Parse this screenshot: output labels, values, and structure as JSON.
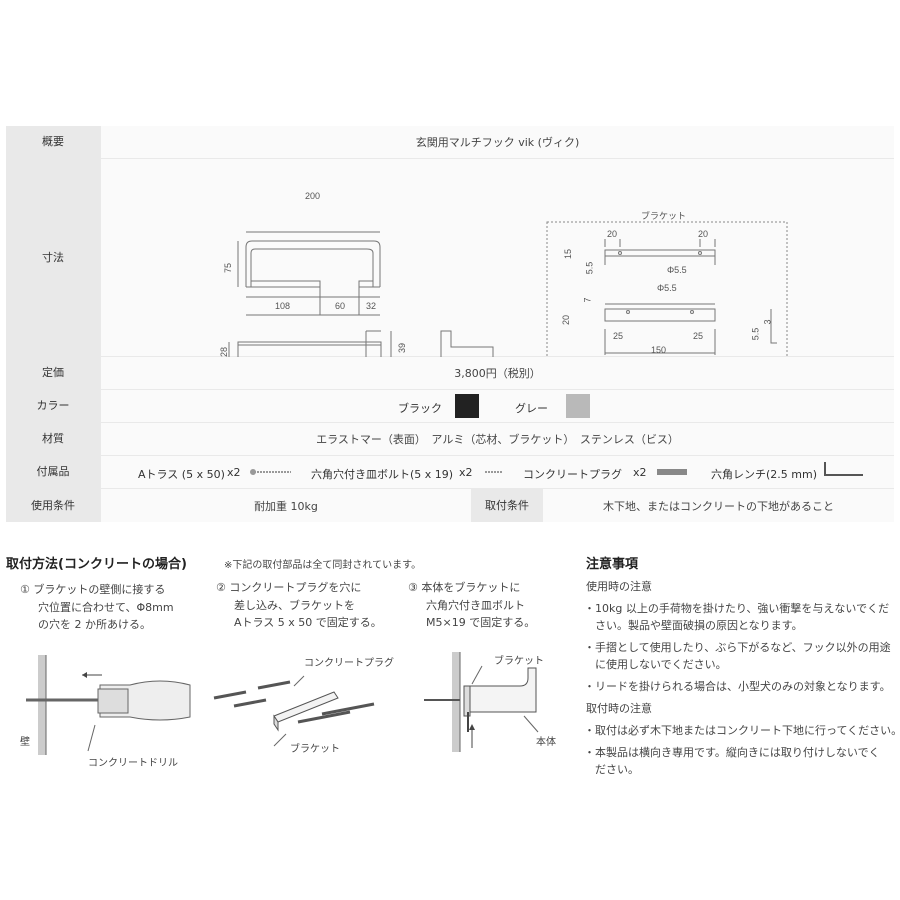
{
  "spec": {
    "overview": {
      "label": "概要",
      "value": "玄関用マルチフック vik (ヴィク)"
    },
    "dimensions": {
      "label": "寸法",
      "main": {
        "w": "200",
        "h": "75",
        "d1": "108",
        "d2": "60",
        "d3": "32",
        "side_h1": "28",
        "side_h2": "39"
      },
      "bracket": {
        "title": "ブラケット",
        "a": "20",
        "b": "20",
        "c": "15",
        "d": "5.5",
        "e": "Φ5.5",
        "f": "Φ5.5",
        "g": "7",
        "h": "20",
        "i": "25",
        "j": "25",
        "k": "150",
        "l": "5.5",
        "m": "3"
      }
    },
    "price": {
      "label": "定価",
      "value": "3,800円（税別）"
    },
    "color": {
      "label": "カラー",
      "opt1": "ブラック",
      "opt2": "グレー",
      "c1": "#222222",
      "c2": "#b9b9b9"
    },
    "material": {
      "label": "材質",
      "value": "エラストマー（表面）　アルミ（芯材、ブラケット）　ステンレス（ビス）"
    },
    "accessories": {
      "label": "付属品",
      "i1": "Aトラス (5 x 50)",
      "q1": "x2",
      "i2": "六角穴付き皿ボルト(5 x 19)",
      "q2": "x2",
      "i3": "コンクリートプラグ",
      "q3": "x2",
      "i4": "六角レンチ(2.5 mm)"
    },
    "conditions": {
      "label": "使用条件",
      "value": "耐加重 10kg",
      "label2": "取付条件",
      "value2": "木下地、またはコンクリートの下地があること"
    }
  },
  "install": {
    "title": "取付方法(コンクリートの場合)",
    "note": "※下記の取付部品は全て同封されています。",
    "s1": [
      "①  ブラケットの壁側に接する",
      "穴位置に合わせて、Φ8mm",
      "の穴を 2 か所あける。"
    ],
    "s2": [
      "②  コンクリートプラグを穴に",
      "差し込み、ブラケットを",
      "Aトラス 5 x 50 で固定する。"
    ],
    "s3": [
      "③  本体をブラケットに",
      "六角穴付き皿ボルト",
      "M5×19 で固定する。"
    ],
    "lbl_wall": "壁",
    "lbl_drill": "コンクリートドリル",
    "lbl_plug": "コンクリートプラグ",
    "lbl_bracket": "ブラケット",
    "lbl_bracket2": "ブラケット",
    "lbl_body": "本体"
  },
  "notes": {
    "title": "注意事項",
    "use_title": "使用時の注意",
    "u1": [
      "・10kg 以上の手荷物を掛けたり、強い衝撃を与えないでくだ",
      "　さい。製品や壁面破損の原因となります。"
    ],
    "u2": [
      "・手摺として使用したり、ぶら下がるなど、フック以外の用途",
      "　に使用しないでください。"
    ],
    "u3": "・リードを掛けられる場合は、小型犬のみの対象となります。",
    "inst_title": "取付時の注意",
    "n1": "・取付は必ず木下地またはコンクリート下地に行ってください。",
    "n2": [
      "・本製品は横向き専用です。縦向きには取り付けしないでく",
      "　ださい。"
    ]
  }
}
